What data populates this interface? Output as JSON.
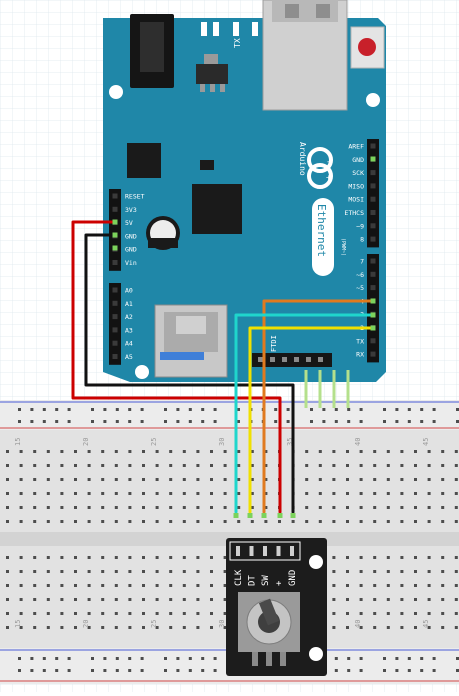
{
  "board": {
    "brand": "Arduino",
    "model": "Ethernet",
    "tx_label": "TX",
    "rx_label": "RX",
    "left_header_top": [
      "RESET",
      "3V3",
      "5V",
      "GND",
      "GND",
      "Vin"
    ],
    "left_header_bottom": [
      "A0",
      "A1",
      "A2",
      "A3",
      "A4",
      "A5"
    ],
    "right_header_top": [
      "AREF",
      "GND",
      "SCK",
      "MISO",
      "MOSI",
      "ETHCS",
      "~9",
      "8"
    ],
    "right_header_bottom": [
      "7",
      "~6",
      "~5",
      "4",
      "~3",
      "2",
      "TX",
      "RX"
    ],
    "pwm_note": "(PWM~)",
    "ftdi_label": "FTDI"
  },
  "breadboard": {
    "column_numbers": [
      "15",
      "20",
      "25",
      "30",
      "35",
      "40",
      "45"
    ]
  },
  "encoder": {
    "pins": [
      "CLK",
      "DT",
      "SW",
      "+",
      "GND"
    ]
  },
  "wires": [
    {
      "name": "5v-wire",
      "color": "#cc0000"
    },
    {
      "name": "gnd-wire",
      "color": "#111111"
    },
    {
      "name": "clk-wire",
      "color": "#1fd6cc"
    },
    {
      "name": "dt-wire",
      "color": "#f0e000"
    },
    {
      "name": "sw-wire",
      "color": "#e07a1f"
    },
    {
      "name": "plus-wire",
      "color": "#cc0000"
    },
    {
      "name": "encoder-gnd-wire",
      "color": "#111111"
    }
  ],
  "colors": {
    "board": "#1f87a8",
    "grid": "#d8e4ec",
    "encoder": "#1c1c1c"
  }
}
